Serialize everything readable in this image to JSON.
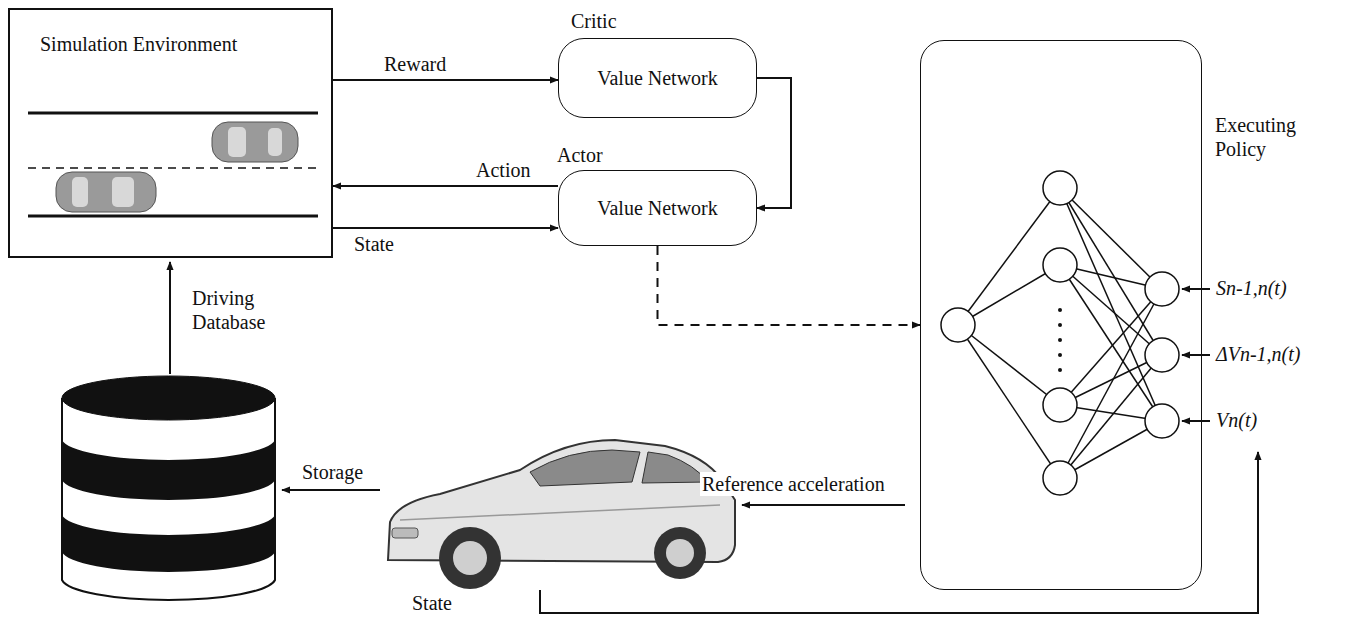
{
  "diagram": {
    "nodes": [
      {
        "text": [
          "Simulation Environment"
        ]
      },
      {
        "text": [
          "Critic",
          "Value Network"
        ]
      },
      {
        "text": [
          "Actor",
          "Value Network"
        ]
      },
      {
        "text": [
          "Executing Policy"
        ]
      }
    ],
    "edges": [
      {
        "from": 0,
        "to": 1,
        "label": "Reward",
        "arrow": "to"
      },
      {
        "from": 2,
        "to": 0,
        "label": "Action",
        "arrow": "to"
      },
      {
        "from": 0,
        "to": 2,
        "label": "State",
        "arrow": "to"
      },
      {
        "from": 1,
        "to": 2,
        "arrow": "to"
      },
      {
        "from": 2,
        "to": 3,
        "arrow": "to"
      }
    ],
    "labels": [
      "Driving Database",
      "Storage",
      "Reference acceleration",
      "State",
      "Sn-1,n(t)",
      "ΔVn-1,n(t)",
      "Vn(t)"
    ]
  }
}
